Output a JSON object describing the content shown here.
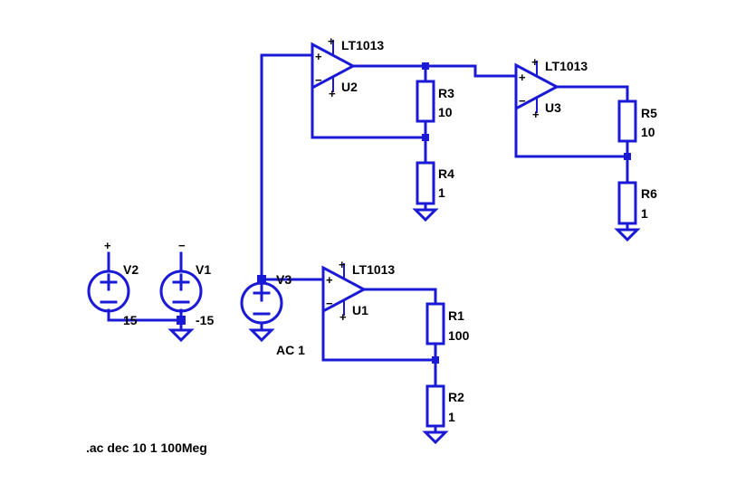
{
  "opamps": [
    {
      "ref": "U1",
      "model": "LT1013"
    },
    {
      "ref": "U2",
      "model": "LT1013"
    },
    {
      "ref": "U3",
      "model": "LT1013"
    }
  ],
  "resistors": [
    {
      "ref": "R1",
      "value": "100"
    },
    {
      "ref": "R2",
      "value": "1"
    },
    {
      "ref": "R3",
      "value": "10"
    },
    {
      "ref": "R4",
      "value": "1"
    },
    {
      "ref": "R5",
      "value": "10"
    },
    {
      "ref": "R6",
      "value": "1"
    }
  ],
  "sources": [
    {
      "ref": "V1",
      "value": "-15"
    },
    {
      "ref": "V2",
      "value": "15"
    },
    {
      "ref": "V3",
      "value": "AC 1"
    }
  ],
  "directive": ".ac dec 10 1 100Meg",
  "colors": {
    "wire": "#1a1ad6",
    "background": "#ffffff",
    "text": "#000000"
  },
  "pin_symbols": {
    "plus": "+",
    "minus": "−"
  }
}
